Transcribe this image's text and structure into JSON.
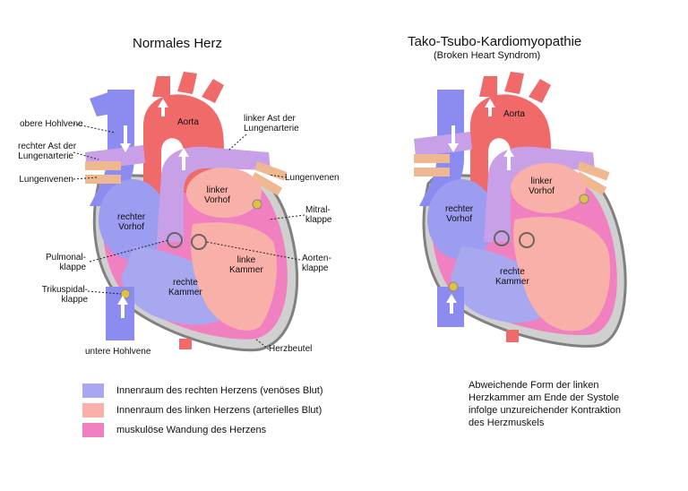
{
  "left": {
    "title": "Normales Herz",
    "labels": {
      "obere_hohlvene": "obere Hohlvene",
      "rechter_ast": [
        "rechter Ast der",
        "Lungenarterie"
      ],
      "lungenvenen": "Lungenvenen",
      "aorta": "Aorta",
      "linker_ast": [
        "linker Ast der",
        "Lungenarterie"
      ],
      "lungenvenen_r": "Lungenvenen",
      "linker_vorhof": [
        "linker",
        "Vorhof"
      ],
      "mitralklappe": [
        "Mitral-",
        "klappe"
      ],
      "rechter_vorhof": [
        "rechter",
        "Vorhof"
      ],
      "pulmonalklappe": [
        "Pulmonal-",
        "klappe"
      ],
      "aortenklappe": [
        "Aorten-",
        "klappe"
      ],
      "linke_kammer": [
        "linke",
        "Kammer"
      ],
      "rechte_kammer": [
        "rechte",
        "Kammer"
      ],
      "trikuspidalklappe": [
        "Trikuspidal-",
        "klappe"
      ],
      "untere_hohlvene": "untere Hohlvene",
      "herzbeutel": "Herzbeutel"
    }
  },
  "right": {
    "title": "Tako-Tsubo-Kardiomyopathie",
    "subtitle": "(Broken Heart Syndrom)",
    "labels": {
      "aorta": "Aorta",
      "linker_vorhof": [
        "linker",
        "Vorhof"
      ],
      "rechter_vorhof": [
        "rechter",
        "Vorhof"
      ],
      "rechte_kammer": [
        "rechte",
        "Kammer"
      ]
    }
  },
  "legend": [
    {
      "text": "Innenraum des rechten Herzens (venöses Blut)",
      "color": "#a8a8f0"
    },
    {
      "text": "Innenraum des linken Herzens (arterielles Blut)",
      "color": "#f8b0a8"
    },
    {
      "text": "muskulöse Wandung des Herzens",
      "color": "#f080c0"
    }
  ],
  "note": [
    "Abweichende Form der linken",
    "Herzkammer am Ende der Systole",
    "infolge unzureichender Kontraktion",
    "des Herzmuskels"
  ],
  "colors": {
    "venous": "#8c8cf0",
    "venous_inner": "#b8b8f8",
    "arterial": "#f06a6a",
    "arterial_inner": "#f8b8b0",
    "muscle": "#f080c0",
    "pericardium": "#888888",
    "pulmonary": "#c8a0e8",
    "lung_vein": "#f0b890"
  }
}
